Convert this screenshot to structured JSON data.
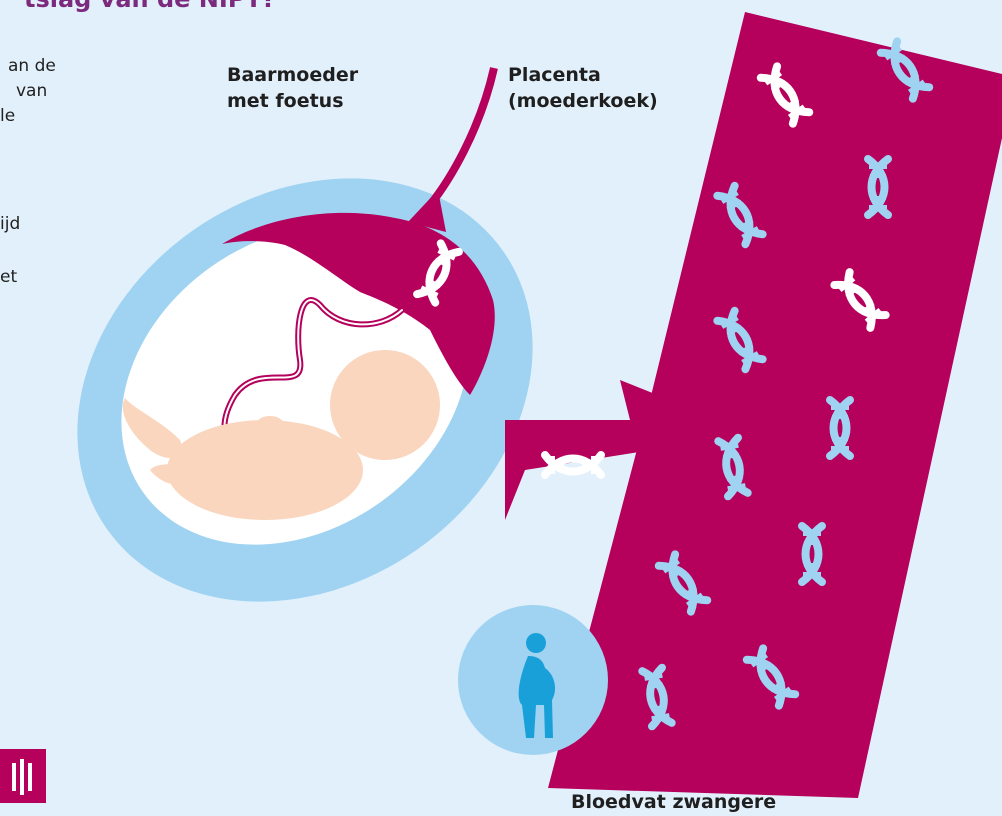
{
  "header": {
    "title": "tslag van de NIPT?"
  },
  "intro_fragments": [
    "an de",
    "van",
    "le",
    "ijd",
    "et"
  ],
  "labels": {
    "uterus": [
      "Baarmoeder",
      "met foetus"
    ],
    "placenta": [
      "Placenta",
      "(moederkoek)"
    ],
    "blood_vessel": "Bloedvat zwangere"
  },
  "colors": {
    "background": "#e2f0fb",
    "magenta": "#b5005c",
    "light_blue": "#9fd3f1",
    "skin": "#f9d6bd",
    "title_purple": "#7b2a7e",
    "figure_blue": "#1aa0d8"
  },
  "icons": [
    "dna-icon",
    "pregnant-woman-icon",
    "arrow-icon",
    "logo-icon"
  ]
}
